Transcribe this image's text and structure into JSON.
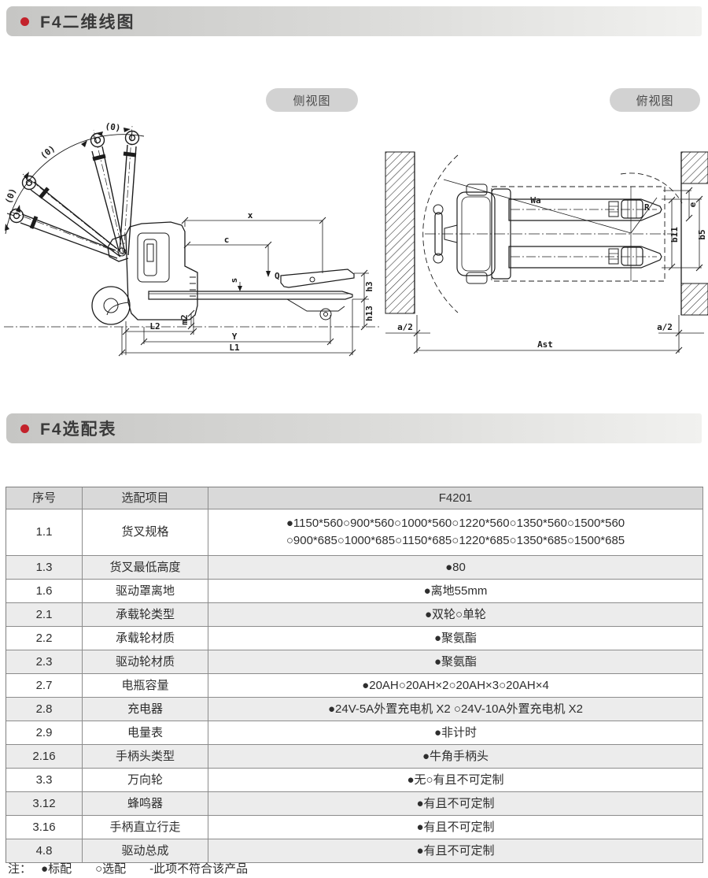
{
  "page": {
    "section1_title": "F4二维线图",
    "section2_title": "F4选配表",
    "side_view_label": "侧视图",
    "top_view_label": "俯视图"
  },
  "side_dims": {
    "angle1": "(0)",
    "angle2": "(0)",
    "angle3": "(0)",
    "x": "x",
    "c": "c",
    "q": "Q",
    "s": "s",
    "h3": "h3",
    "h13": "h13",
    "m2": "m2",
    "l2": "L2",
    "y_dim": "Y",
    "l1": "L1"
  },
  "top_dims": {
    "wa": "Wa",
    "r": "R",
    "e": "e",
    "b11": "b11",
    "b5": "b5",
    "a2_left": "a/2",
    "a2_right": "a/2",
    "ast": "Ast"
  },
  "table": {
    "headers": [
      "序号",
      "选配项目",
      "F4201"
    ],
    "rows": [
      {
        "no": "1.1",
        "item": "货叉规格",
        "value": "●1150*560○900*560○1000*560○1220*560○1350*560○1500*560\n○900*685○1000*685○1150*685○1220*685○1350*685○1500*685"
      },
      {
        "no": "1.3",
        "item": "货叉最低高度",
        "value": "●80"
      },
      {
        "no": "1.6",
        "item": "驱动罩离地",
        "value": "●离地55mm"
      },
      {
        "no": "2.1",
        "item": "承载轮类型",
        "value": "●双轮○单轮"
      },
      {
        "no": "2.2",
        "item": "承载轮材质",
        "value": "●聚氨酯"
      },
      {
        "no": "2.3",
        "item": "驱动轮材质",
        "value": "●聚氨酯"
      },
      {
        "no": "2.7",
        "item": "电瓶容量",
        "value": "●20AH○20AH×2○20AH×3○20AH×4"
      },
      {
        "no": "2.8",
        "item": "充电器",
        "value": "●24V-5A外置充电机 X2 ○24V-10A外置充电机 X2"
      },
      {
        "no": "2.9",
        "item": "电量表",
        "value": "●非计时"
      },
      {
        "no": "2.16",
        "item": "手柄头类型",
        "value": "●牛角手柄头"
      },
      {
        "no": "3.3",
        "item": "万向轮",
        "value": "●无○有且不可定制"
      },
      {
        "no": "3.12",
        "item": "蜂鸣器",
        "value": "●有且不可定制"
      },
      {
        "no": "3.16",
        "item": "手柄直立行走",
        "value": "●有且不可定制"
      },
      {
        "no": "4.8",
        "item": "驱动总成",
        "value": "●有且不可定制"
      }
    ]
  },
  "note": {
    "label": "注：",
    "standard": "●标配",
    "optional": "○选配",
    "not_applicable": "-此项不符合该产品"
  },
  "colors": {
    "accent_red": "#c3222b",
    "header_gray": "#d9d9d9",
    "row_gray": "#ececec"
  }
}
